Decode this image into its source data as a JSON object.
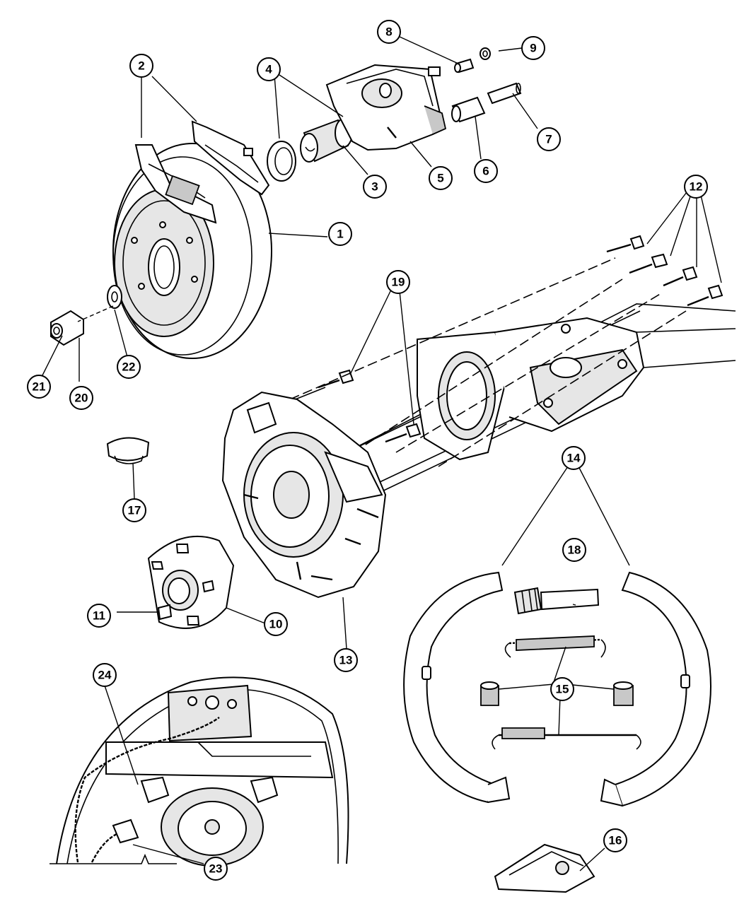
{
  "callouts": [
    {
      "label": "1"
    },
    {
      "label": "2"
    },
    {
      "label": "3"
    },
    {
      "label": "4"
    },
    {
      "label": "5"
    },
    {
      "label": "6"
    },
    {
      "label": "7"
    },
    {
      "label": "8"
    },
    {
      "label": "9"
    },
    {
      "label": "10"
    },
    {
      "label": "11"
    },
    {
      "label": "12"
    },
    {
      "label": "13"
    },
    {
      "label": "14"
    },
    {
      "label": "15"
    },
    {
      "label": "16"
    },
    {
      "label": "17"
    },
    {
      "label": "18"
    },
    {
      "label": "19"
    },
    {
      "label": "20"
    },
    {
      "label": "21"
    },
    {
      "label": "22"
    },
    {
      "label": "23"
    },
    {
      "label": "24"
    }
  ],
  "colors": {
    "line": "#000000",
    "background": "#ffffff",
    "shade": "#e6e6e6"
  }
}
